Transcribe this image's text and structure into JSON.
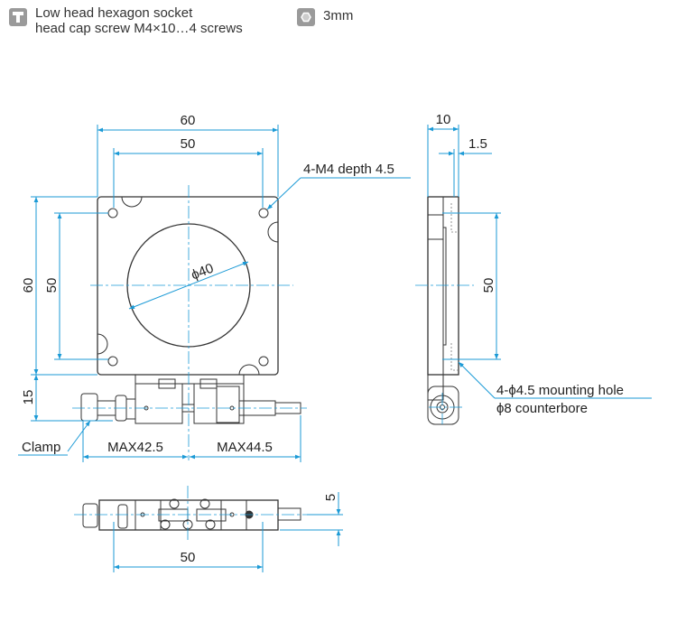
{
  "legend": {
    "screw_line1": "Low head hexagon socket",
    "screw_line2": "head cap screw M4×10…4 screws",
    "wrench_size": "3mm",
    "screw_icon": "screw-icon",
    "hex_icon": "hex-wrench-icon"
  },
  "front_view": {
    "width_outer": "60",
    "width_holes": "50",
    "height_outer": "60",
    "height_holes": "50",
    "height_mech": "15",
    "tapped_holes": "4-M4 depth 4.5",
    "aperture": "ϕ40",
    "clamp": "Clamp",
    "travel_left": "MAX42.5",
    "travel_right": "MAX44.5"
  },
  "side_view": {
    "thickness": "10",
    "step": "1.5",
    "hole_pitch": "50",
    "mount_line1": "4-ϕ4.5 mounting hole",
    "mount_line2": "ϕ8 counterbore"
  },
  "bottom_view": {
    "hole_pitch": "50",
    "offset": "5"
  },
  "colors": {
    "dimension": "#1b9ad6",
    "outline": "#333333",
    "icon": "#9a9a9a"
  }
}
